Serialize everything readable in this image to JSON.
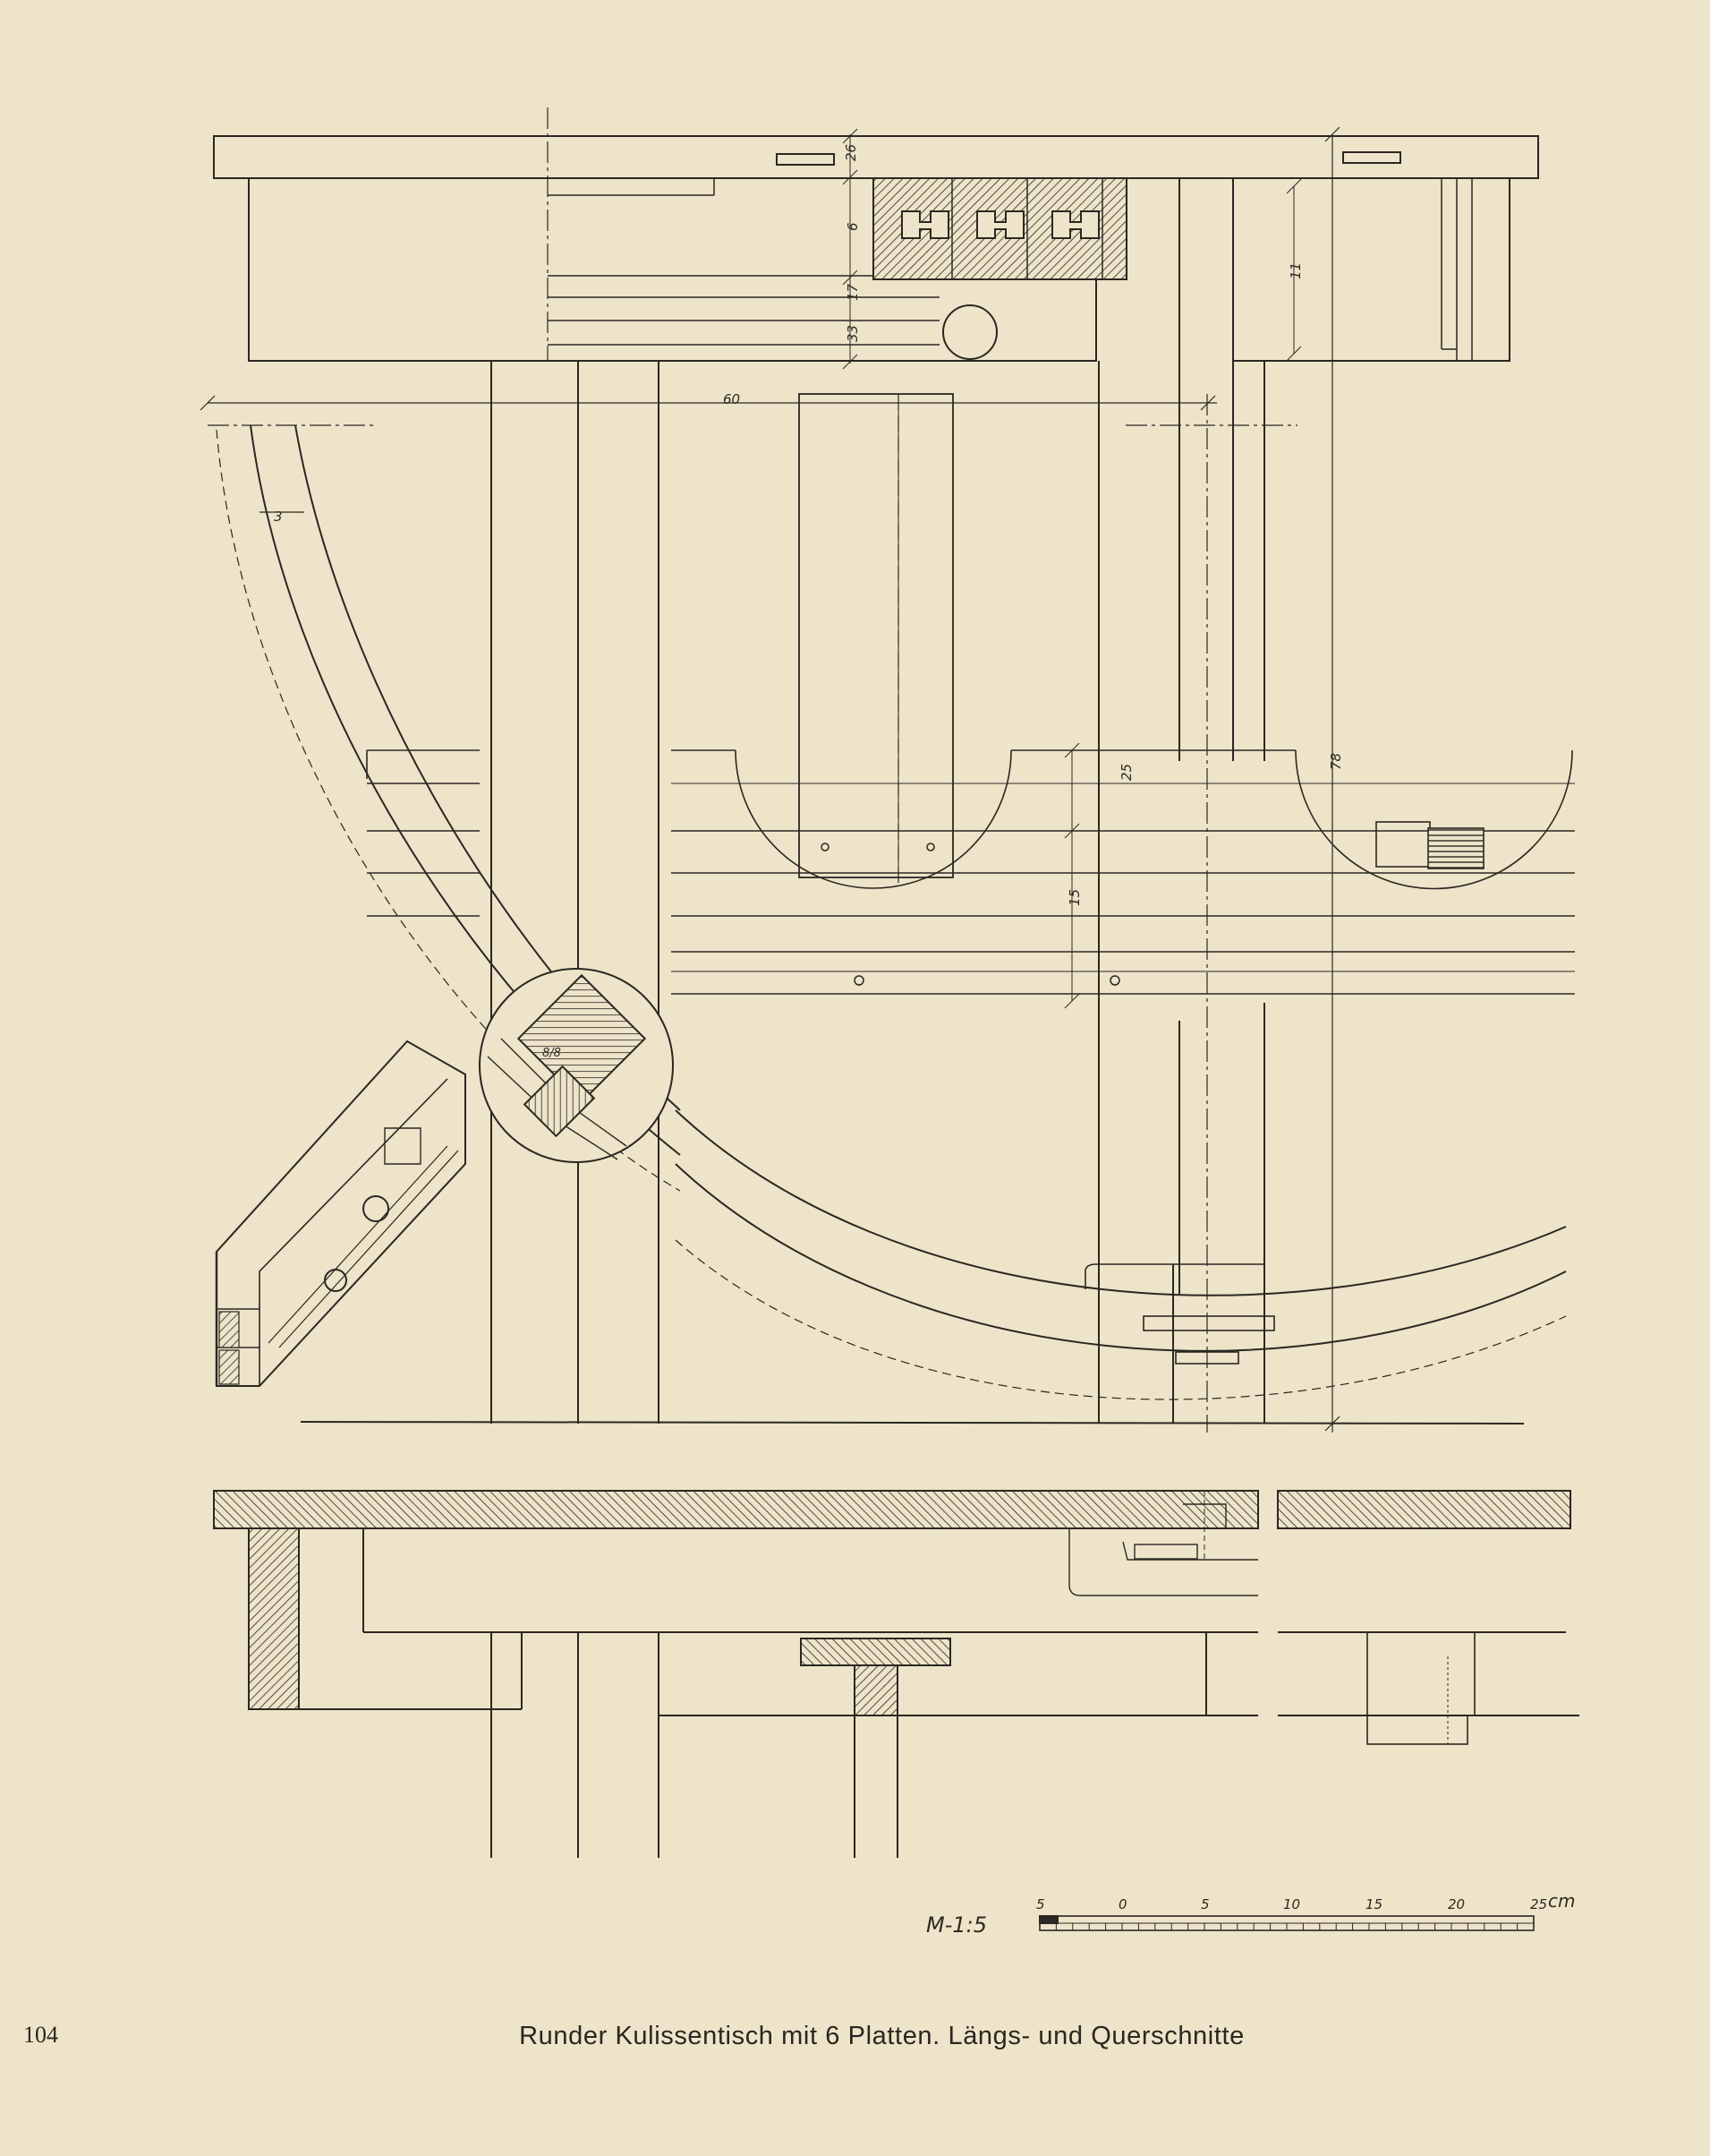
{
  "page": {
    "page_number": "104",
    "caption": "Runder Kulissentisch mit 6 Platten. Längs- und Querschnitte"
  },
  "dimensions": {
    "d26": "26",
    "d6": "6",
    "d17": "17",
    "d33": "33",
    "d11": "11",
    "d60": "60",
    "d3": "3",
    "d78": "78",
    "d25": "25",
    "d15": "15",
    "d8_8": "8/8"
  },
  "scale": {
    "label": "M-1:5",
    "ticks": [
      "5",
      "0",
      "5",
      "10",
      "15",
      "20",
      "25"
    ],
    "unit": "cm"
  }
}
